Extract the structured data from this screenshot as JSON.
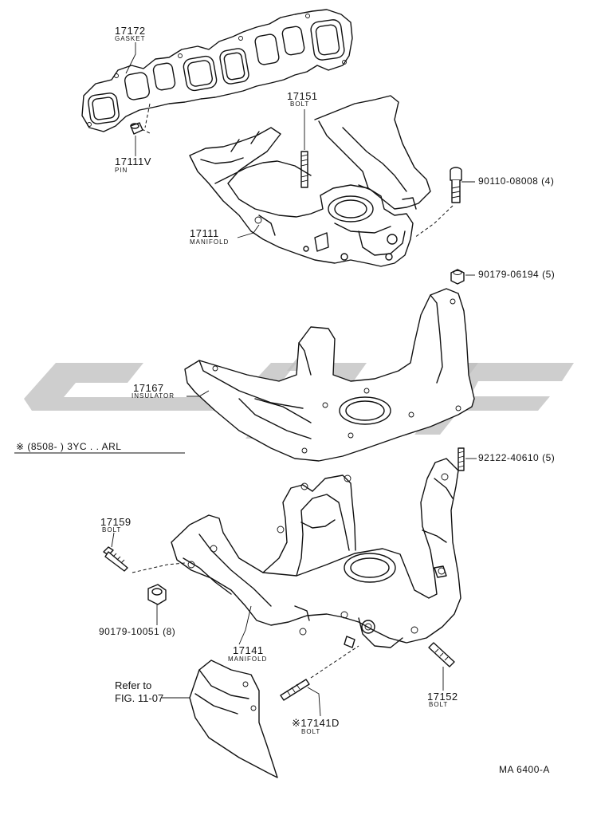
{
  "parts": {
    "gasket": {
      "number": "17172",
      "name": "GASKET"
    },
    "pin": {
      "number": "17111V",
      "name": "PIN"
    },
    "bolt_17151": {
      "number": "17151",
      "name": "BOLT"
    },
    "manifold_upper": {
      "number": "17111",
      "name": "MANIFOLD"
    },
    "bolt_90110": {
      "code": "90110-08008 (4)"
    },
    "nut_90179_06194": {
      "code": "90179-06194 (5)"
    },
    "insulator": {
      "number": "17167",
      "name": "INSULATOR"
    },
    "stud_92122": {
      "code": "92122-40610 (5)"
    },
    "bolt_17159": {
      "number": "17159",
      "name": "BOLT"
    },
    "nut_90179_10051": {
      "code": "90179-10051 (8)"
    },
    "manifold_lower": {
      "number": "17141",
      "name": "MANIFOLD"
    },
    "bolt_17152": {
      "number": "17152",
      "name": "BOLT"
    },
    "bolt_17141d": {
      "number": "※17141D",
      "name": "BOLT"
    }
  },
  "note": {
    "applicability": "※ (8508-        ) 3YC . . ARL"
  },
  "reference": {
    "line1": "Refer to",
    "line2": "FIG. 11-07"
  },
  "diagram_code": "MA 6400-A",
  "colors": {
    "ink": "#111111",
    "watermark": "#bdbdbd",
    "background": "#ffffff"
  }
}
